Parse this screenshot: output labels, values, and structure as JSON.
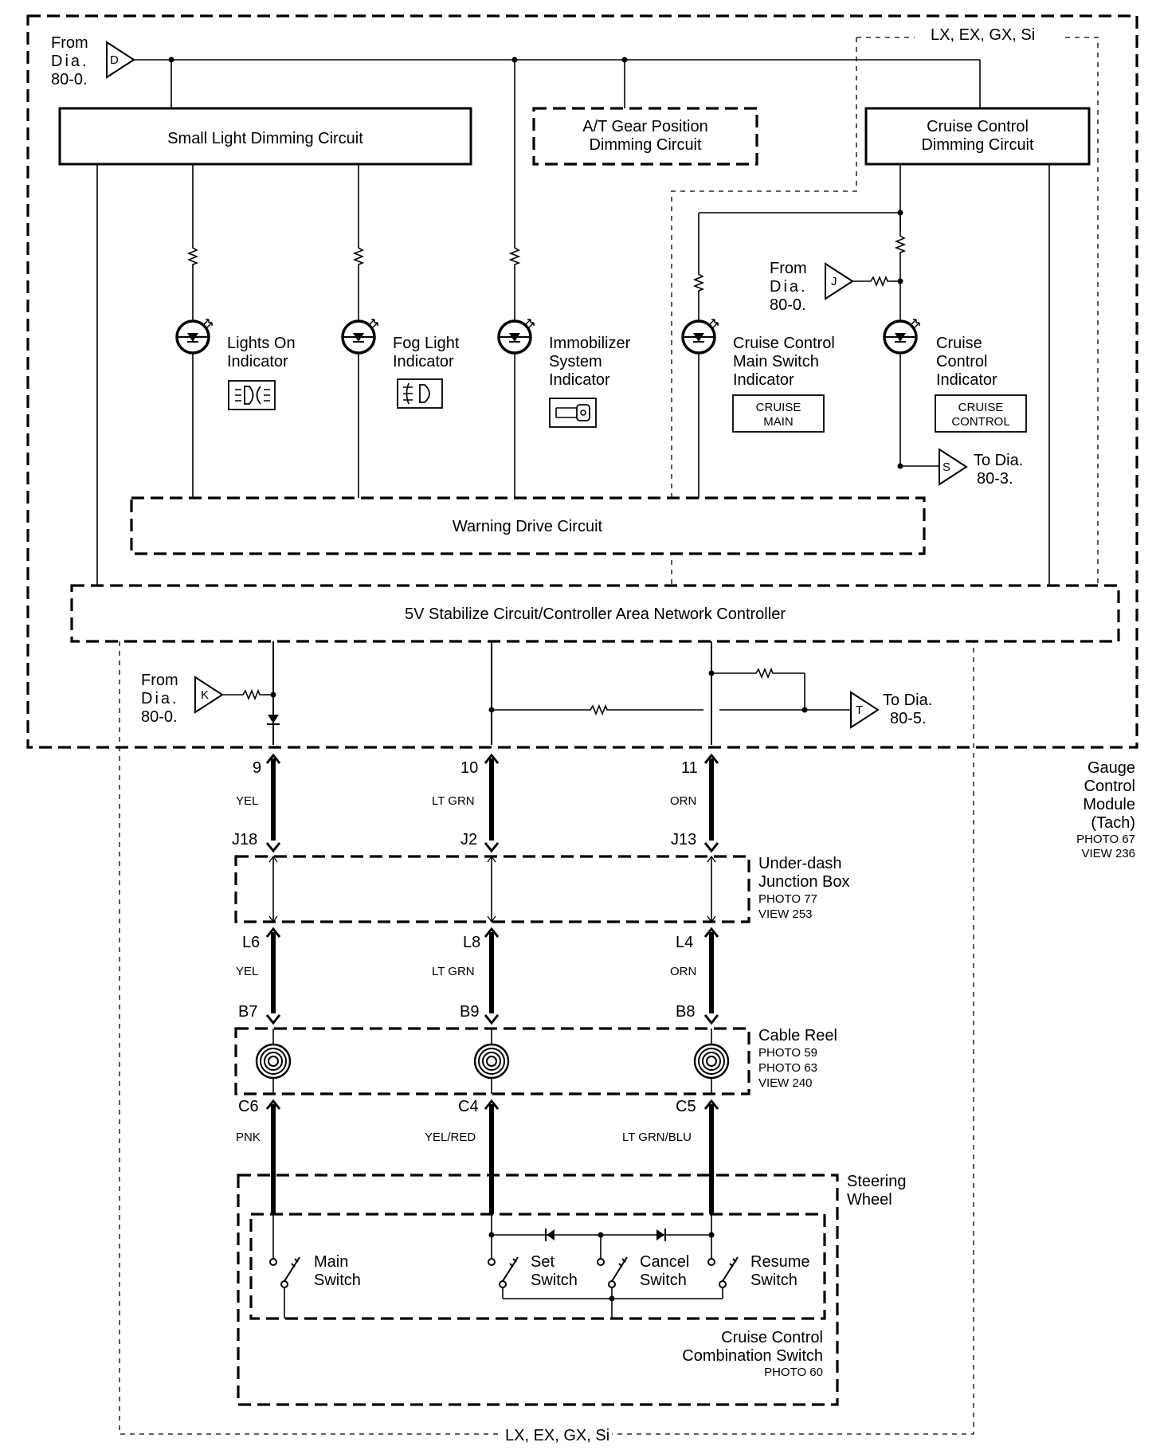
{
  "module": {
    "name_lines": [
      "Gauge",
      "Control",
      "Module",
      "(Tach)"
    ],
    "photo": "PHOTO 67",
    "view": "VIEW 236"
  },
  "option_label_top": "LX, EX, GX, Si",
  "option_label_bottom": "LX, EX, GX, Si",
  "refs": {
    "D": {
      "letter": "D",
      "lines": [
        "From",
        "Dia.",
        "80-0."
      ]
    },
    "J": {
      "letter": "J",
      "lines": [
        "From",
        "Dia.",
        "80-0."
      ]
    },
    "K": {
      "letter": "K",
      "lines": [
        "From",
        "Dia.",
        "80-0."
      ]
    },
    "S": {
      "letter": "S",
      "lines": [
        "To Dia.",
        "80-3."
      ]
    },
    "T": {
      "letter": "T",
      "lines": [
        "To Dia.",
        "80-5."
      ]
    }
  },
  "circuits": {
    "small_light": "Small Light Dimming Circuit",
    "at_gear": [
      "A/T Gear Position",
      "Dimming Circuit"
    ],
    "cruise_dimming": [
      "Cruise Control",
      "Dimming Circuit"
    ],
    "warning_drive": "Warning Drive Circuit",
    "stabilize": "5V Stabilize Circuit/Controller Area Network Controller"
  },
  "indicators": {
    "lights_on": [
      "Lights On",
      "Indicator"
    ],
    "fog_light": [
      "Fog Light",
      "Indicator"
    ],
    "immobilizer": [
      "Immobilizer",
      "System",
      "Indicator"
    ],
    "cruise_main": [
      "Cruise Control",
      "Main Switch",
      "Indicator"
    ],
    "cruise_main_box": [
      "CRUISE",
      "MAIN"
    ],
    "cruise_control": [
      "Cruise",
      "Control",
      "Indicator"
    ],
    "cruise_control_box": [
      "CRUISE",
      "CONTROL"
    ]
  },
  "pins": {
    "module": [
      "9",
      "10",
      "11"
    ],
    "module_colors": [
      "YEL",
      "LT GRN",
      "ORN"
    ],
    "junction_in": [
      "J18",
      "J2",
      "J13"
    ],
    "junction_out": [
      "L6",
      "L8",
      "L4"
    ],
    "junction_out_colors": [
      "YEL",
      "LT GRN",
      "ORN"
    ],
    "reel_in": [
      "B7",
      "B9",
      "B8"
    ],
    "reel_out": [
      "C6",
      "C4",
      "C5"
    ],
    "reel_out_colors": [
      "PNK",
      "YEL/RED",
      "LT GRN/BLU"
    ]
  },
  "junction_box": {
    "lines": [
      "Under-dash",
      "Junction Box"
    ],
    "photo": "PHOTO 77",
    "view": "VIEW 253"
  },
  "cable_reel": {
    "name": "Cable Reel",
    "photos": [
      "PHOTO 59",
      "PHOTO 63"
    ],
    "view": "VIEW 240"
  },
  "steering_wheel": [
    "Steering",
    "Wheel"
  ],
  "switches": {
    "main": [
      "Main",
      "Switch"
    ],
    "set": [
      "Set",
      "Switch"
    ],
    "cancel": [
      "Cancel",
      "Switch"
    ],
    "resume": [
      "Resume",
      "Switch"
    ]
  },
  "combination_switch": {
    "lines": [
      "Cruise Control",
      "Combination Switch"
    ],
    "photo": "PHOTO 60"
  }
}
